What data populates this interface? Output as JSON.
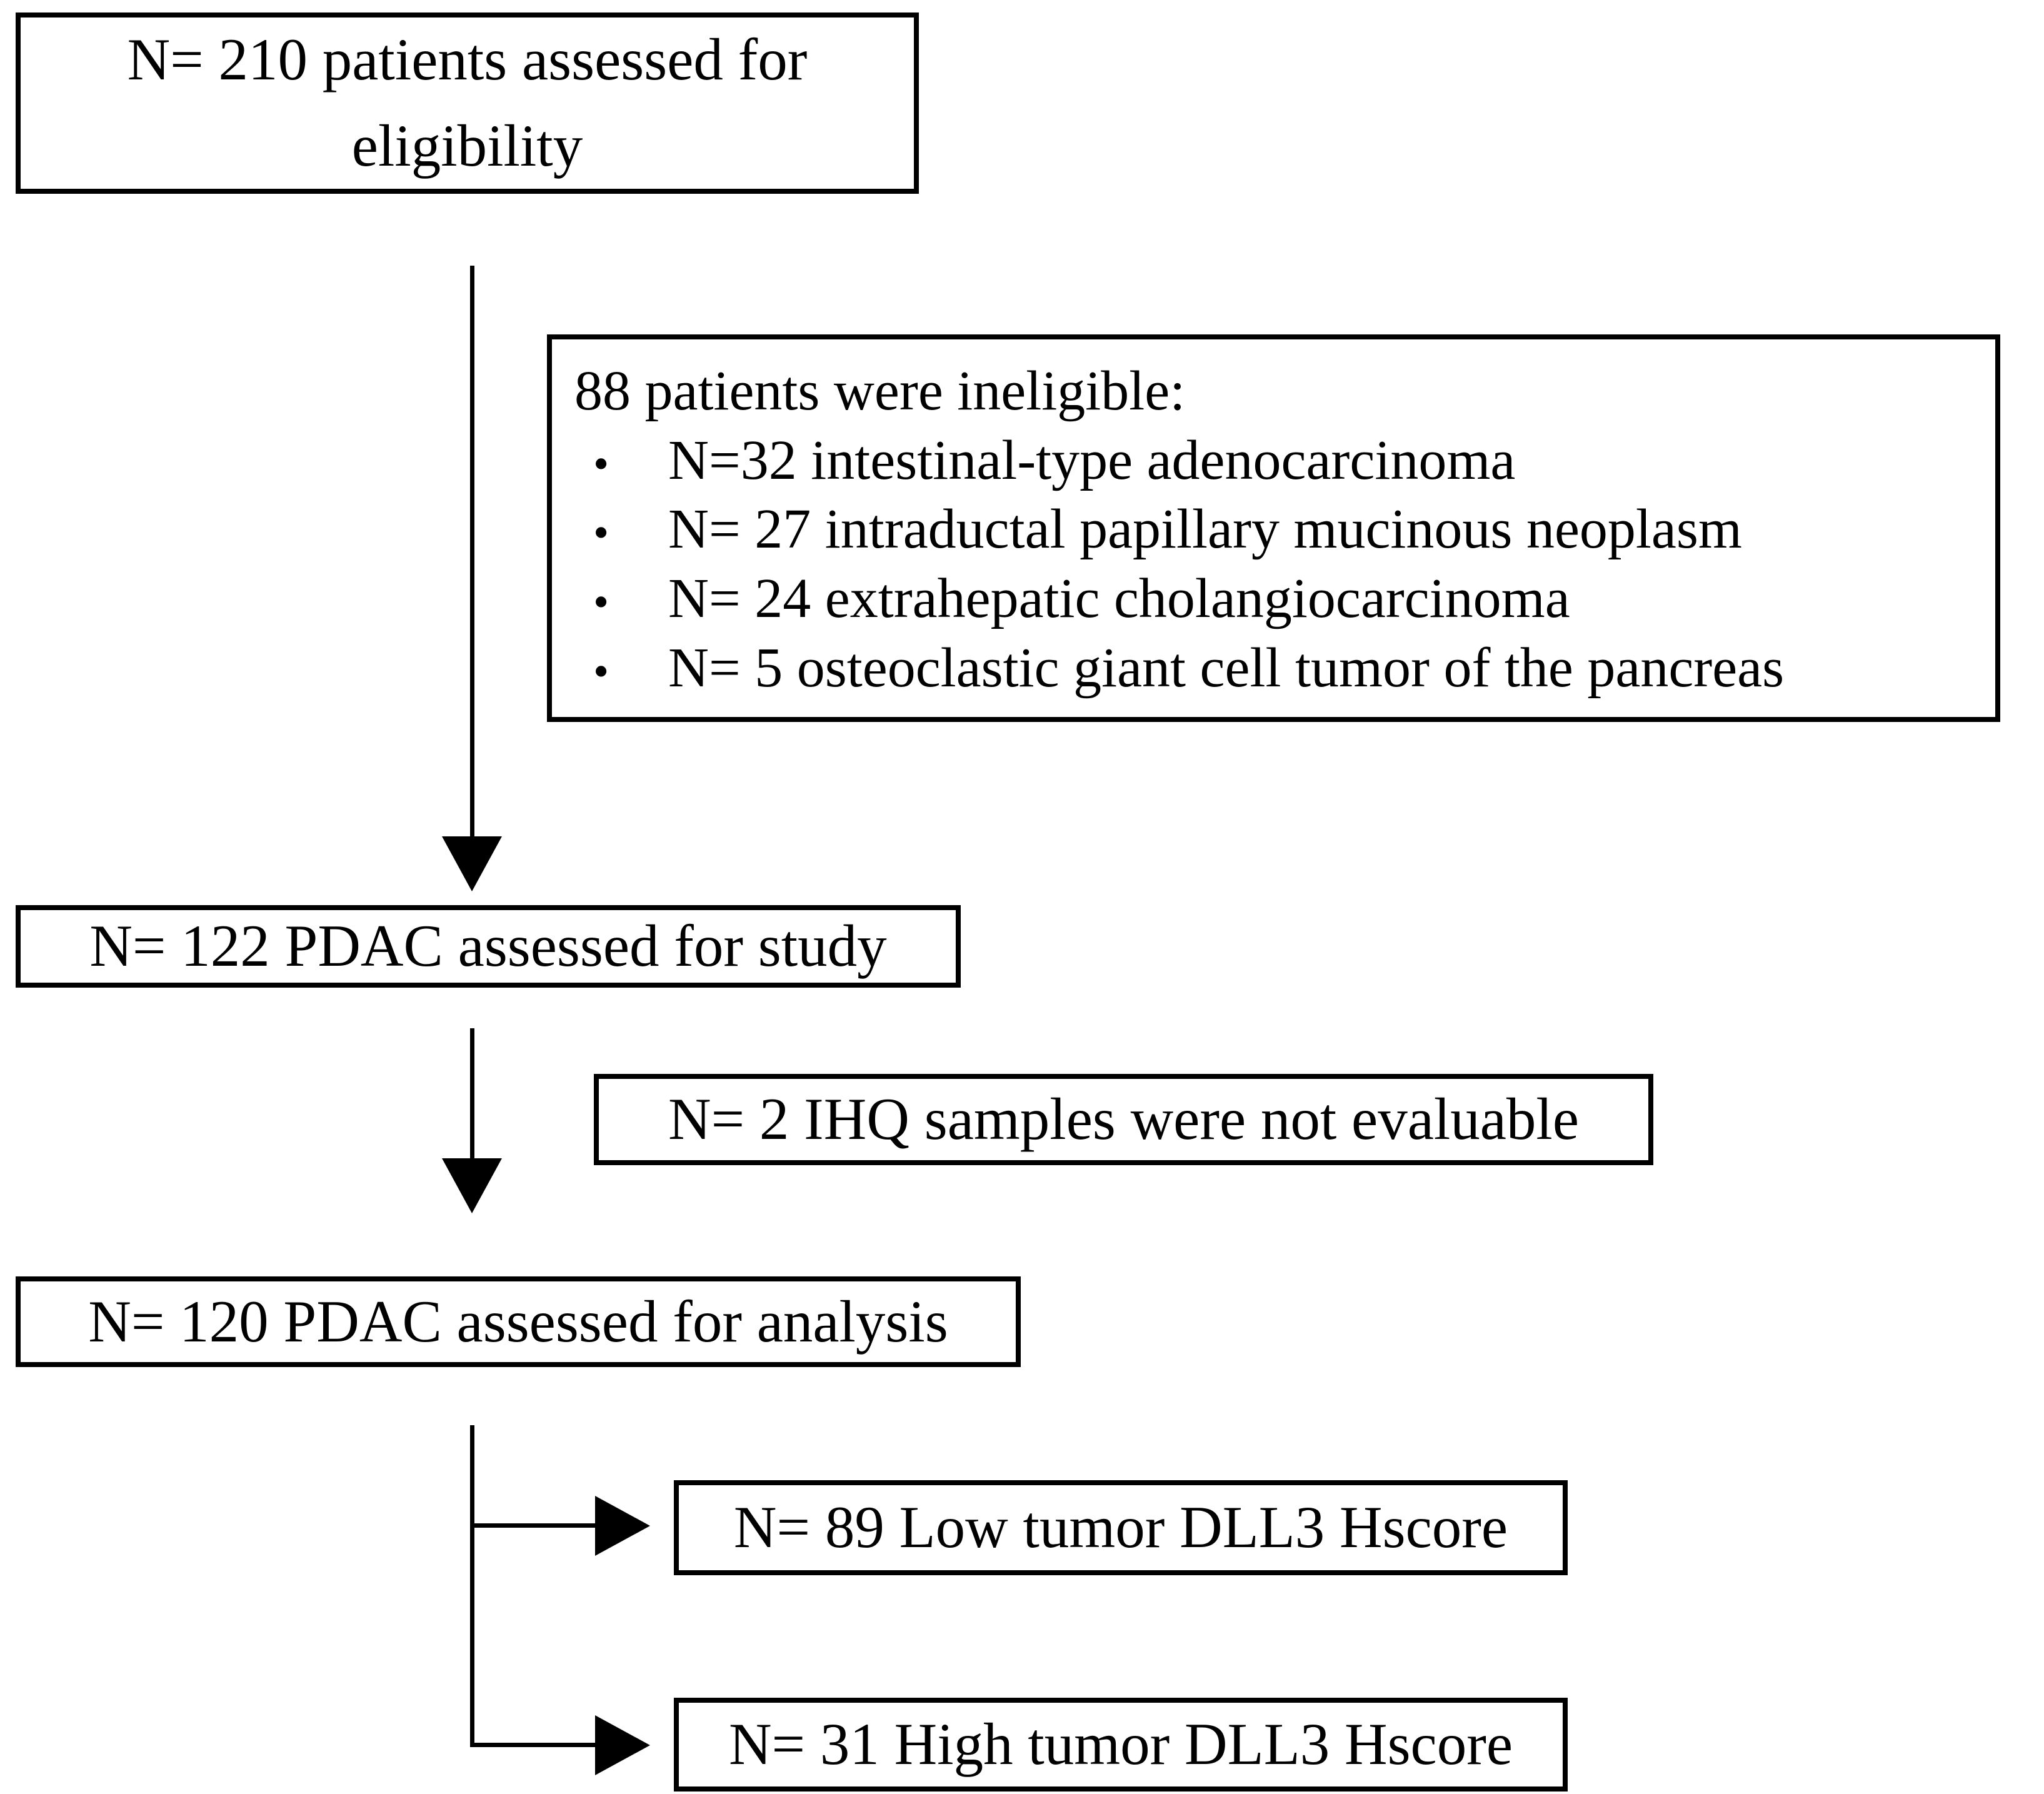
{
  "figure": {
    "type": "patient-flow-diagram",
    "colors": {
      "line": "#000000",
      "background": "#ffffff",
      "text": "#000000"
    },
    "icons": {
      "bullet": "•",
      "arrow": "solid-black-arrowhead"
    },
    "boxes": {
      "eligibility": {
        "text": "N= 210 patients assessed for eligibility"
      },
      "ineligible": {
        "title": "88 patients were ineligible:",
        "items": [
          "N=32 intestinal-type adenocarcinoma",
          "N= 27 intraductal papillary mucinous neoplasm",
          "N= 24 extrahepatic cholangiocarcinoma",
          "N= 5 osteoclastic giant cell tumor of the pancreas"
        ]
      },
      "study": {
        "text": "N= 122 PDAC assessed for study"
      },
      "not_evaluable": {
        "text": "N= 2 IHQ samples were not evaluable"
      },
      "analysis": {
        "text": "N= 120 PDAC assessed for analysis"
      },
      "low_hscore": {
        "text": "N= 89 Low tumor DLL3 Hscore"
      },
      "high_hscore": {
        "text": "N= 31 High tumor DLL3 Hscore"
      }
    }
  }
}
